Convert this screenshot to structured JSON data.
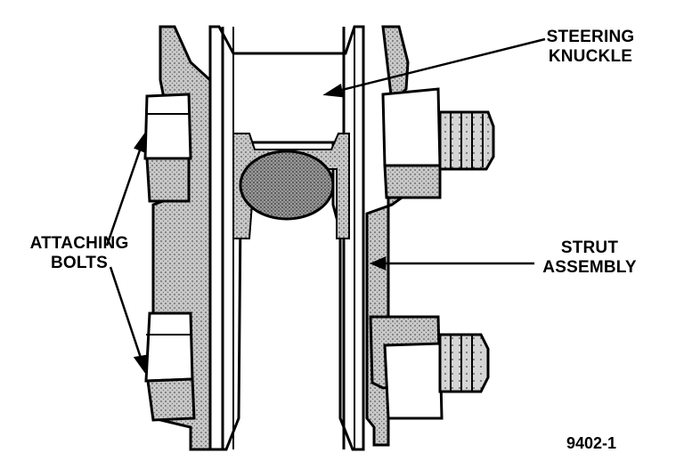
{
  "callouts": {
    "steering_knuckle": {
      "line1": "STEERING",
      "line2": "KNUCKLE"
    },
    "attaching_bolts": {
      "line1": "ATTACHING",
      "line2": "BOLTS"
    },
    "strut_assembly": {
      "line1": "STRUT",
      "line2": "ASSEMBLY"
    }
  },
  "figure_number": "9402-1"
}
